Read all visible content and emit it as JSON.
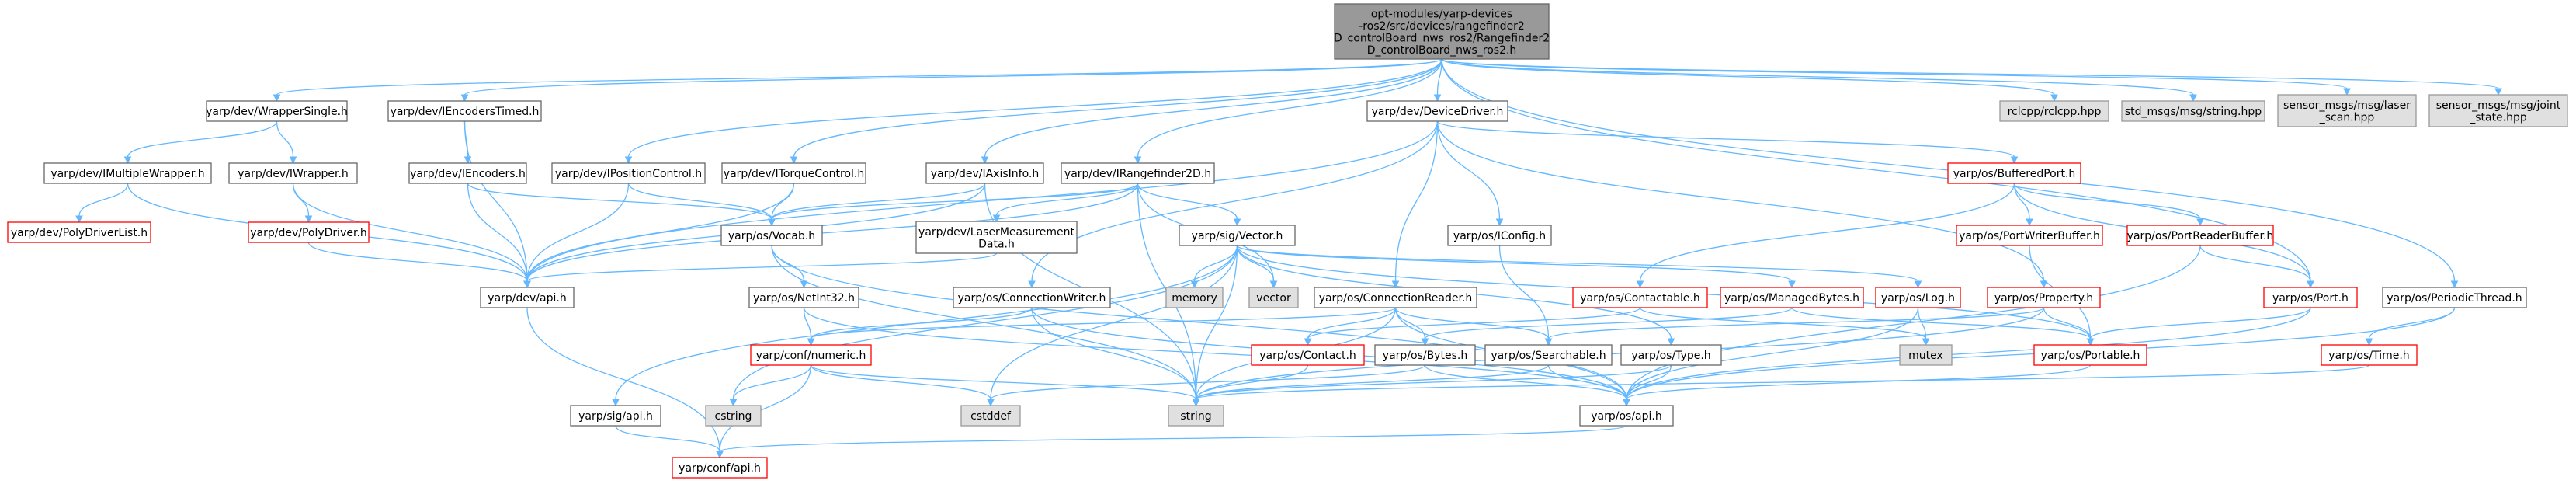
{
  "colors": {
    "root_fill": "#999999",
    "root_stroke": "#666666",
    "normal_fill": "#ffffff",
    "normal_stroke": "#666666",
    "redlink_fill": "#ffffff",
    "redlink_stroke": "#ff0000",
    "external_fill": "#e0e0e0",
    "external_stroke": "#999999",
    "edge": "#63b8ff"
  },
  "diagram": {
    "nodes": [
      {
        "id": "root",
        "type": "root",
        "lines": [
          "opt-modules/yarp-devices",
          "-ros2/src/devices/rangefinder2",
          "D_controlBoard_nws_ros2/Rangefinder2",
          "D_controlBoard_nws_ros2.h"
        ]
      },
      {
        "id": "wrapper_single",
        "type": "normal",
        "lines": [
          "yarp/dev/WrapperSingle.h"
        ]
      },
      {
        "id": "iencoders_timed",
        "type": "normal",
        "lines": [
          "yarp/dev/IEncodersTimed.h"
        ]
      },
      {
        "id": "device_driver",
        "type": "normal",
        "lines": [
          "yarp/dev/DeviceDriver.h"
        ]
      },
      {
        "id": "rclcpp",
        "type": "external",
        "lines": [
          "rclcpp/rclcpp.hpp"
        ]
      },
      {
        "id": "std_msgs",
        "type": "external",
        "lines": [
          "std_msgs/msg/string.hpp"
        ]
      },
      {
        "id": "laser_scan",
        "type": "external",
        "lines": [
          "sensor_msgs/msg/laser",
          "_scan.hpp"
        ]
      },
      {
        "id": "joint_state",
        "type": "external",
        "lines": [
          "sensor_msgs/msg/joint",
          "_state.hpp"
        ]
      },
      {
        "id": "imultiple_wrapper",
        "type": "normal",
        "lines": [
          "yarp/dev/IMultipleWrapper.h"
        ]
      },
      {
        "id": "iwrapper",
        "type": "normal",
        "lines": [
          "yarp/dev/IWrapper.h"
        ]
      },
      {
        "id": "iencoders",
        "type": "normal",
        "lines": [
          "yarp/dev/IEncoders.h"
        ]
      },
      {
        "id": "iposition_control",
        "type": "normal",
        "lines": [
          "yarp/dev/IPositionControl.h"
        ]
      },
      {
        "id": "itorque_control",
        "type": "normal",
        "lines": [
          "yarp/dev/ITorqueControl.h"
        ]
      },
      {
        "id": "iaxis_info",
        "type": "normal",
        "lines": [
          "yarp/dev/IAxisInfo.h"
        ]
      },
      {
        "id": "irangefinder2d",
        "type": "normal",
        "lines": [
          "yarp/dev/IRangefinder2D.h"
        ]
      },
      {
        "id": "buffered_port",
        "type": "redlink",
        "lines": [
          "yarp/os/BufferedPort.h"
        ]
      },
      {
        "id": "poly_driver_list",
        "type": "redlink",
        "lines": [
          "yarp/dev/PolyDriverList.h"
        ]
      },
      {
        "id": "poly_driver",
        "type": "redlink",
        "lines": [
          "yarp/dev/PolyDriver.h"
        ]
      },
      {
        "id": "laser_measurement",
        "type": "normal",
        "lines": [
          "yarp/dev/LaserMeasurement",
          "Data.h"
        ]
      },
      {
        "id": "vocab",
        "type": "normal",
        "lines": [
          "yarp/os/Vocab.h"
        ]
      },
      {
        "id": "iconfig",
        "type": "normal",
        "lines": [
          "yarp/os/IConfig.h"
        ]
      },
      {
        "id": "port_writer_buffer",
        "type": "redlink",
        "lines": [
          "yarp/os/PortWriterBuffer.h"
        ]
      },
      {
        "id": "port_reader_buffer",
        "type": "redlink",
        "lines": [
          "yarp/os/PortReaderBuffer.h"
        ]
      },
      {
        "id": "sig_vector",
        "type": "normal",
        "lines": [
          "yarp/sig/Vector.h"
        ]
      },
      {
        "id": "dev_api",
        "type": "normal",
        "lines": [
          "yarp/dev/api.h"
        ]
      },
      {
        "id": "netint32",
        "type": "normal",
        "lines": [
          "yarp/os/NetInt32.h"
        ]
      },
      {
        "id": "memory",
        "type": "external",
        "lines": [
          "memory"
        ]
      },
      {
        "id": "vector",
        "type": "external",
        "lines": [
          "vector"
        ]
      },
      {
        "id": "connection_writer",
        "type": "normal",
        "lines": [
          "yarp/os/ConnectionWriter.h"
        ]
      },
      {
        "id": "connection_reader",
        "type": "normal",
        "lines": [
          "yarp/os/ConnectionReader.h"
        ]
      },
      {
        "id": "contactable",
        "type": "redlink",
        "lines": [
          "yarp/os/Contactable.h"
        ]
      },
      {
        "id": "managed_bytes",
        "type": "redlink",
        "lines": [
          "yarp/os/ManagedBytes.h"
        ]
      },
      {
        "id": "os_log",
        "type": "redlink",
        "lines": [
          "yarp/os/Log.h"
        ]
      },
      {
        "id": "os_property",
        "type": "redlink",
        "lines": [
          "yarp/os/Property.h"
        ]
      },
      {
        "id": "os_port",
        "type": "redlink",
        "lines": [
          "yarp/os/Port.h"
        ]
      },
      {
        "id": "periodic_thread",
        "type": "normal",
        "lines": [
          "yarp/os/PeriodicThread.h"
        ]
      },
      {
        "id": "conf_numeric",
        "type": "redlink",
        "lines": [
          "yarp/conf/numeric.h"
        ]
      },
      {
        "id": "os_contact",
        "type": "redlink",
        "lines": [
          "yarp/os/Contact.h"
        ]
      },
      {
        "id": "os_bytes",
        "type": "normal",
        "lines": [
          "yarp/os/Bytes.h"
        ]
      },
      {
        "id": "os_searchable",
        "type": "normal",
        "lines": [
          "yarp/os/Searchable.h"
        ]
      },
      {
        "id": "os_type",
        "type": "normal",
        "lines": [
          "yarp/os/Type.h"
        ]
      },
      {
        "id": "mutex",
        "type": "external",
        "lines": [
          "mutex"
        ]
      },
      {
        "id": "os_portable",
        "type": "redlink",
        "lines": [
          "yarp/os/Portable.h"
        ]
      },
      {
        "id": "os_time",
        "type": "redlink",
        "lines": [
          "yarp/os/Time.h"
        ]
      },
      {
        "id": "sig_api",
        "type": "normal",
        "lines": [
          "yarp/sig/api.h"
        ]
      },
      {
        "id": "cstring",
        "type": "external",
        "lines": [
          "cstring"
        ]
      },
      {
        "id": "cstddef",
        "type": "external",
        "lines": [
          "cstddef"
        ]
      },
      {
        "id": "string",
        "type": "external",
        "lines": [
          "string"
        ]
      },
      {
        "id": "os_api",
        "type": "normal",
        "lines": [
          "yarp/os/api.h"
        ]
      },
      {
        "id": "conf_api",
        "type": "redlink",
        "lines": [
          "yarp/conf/api.h"
        ]
      }
    ],
    "edges": [
      [
        "root",
        "wrapper_single"
      ],
      [
        "root",
        "iencoders_timed"
      ],
      [
        "root",
        "device_driver"
      ],
      [
        "root",
        "rclcpp"
      ],
      [
        "root",
        "std_msgs"
      ],
      [
        "root",
        "laser_scan"
      ],
      [
        "root",
        "joint_state"
      ],
      [
        "root",
        "iposition_control"
      ],
      [
        "root",
        "itorque_control"
      ],
      [
        "root",
        "iaxis_info"
      ],
      [
        "root",
        "irangefinder2d"
      ],
      [
        "root",
        "os_port"
      ],
      [
        "root",
        "periodic_thread"
      ],
      [
        "wrapper_single",
        "imultiple_wrapper"
      ],
      [
        "wrapper_single",
        "iwrapper"
      ],
      [
        "imultiple_wrapper",
        "poly_driver_list"
      ],
      [
        "imultiple_wrapper",
        "dev_api"
      ],
      [
        "iwrapper",
        "poly_driver"
      ],
      [
        "iwrapper",
        "dev_api"
      ],
      [
        "poly_driver",
        "dev_api"
      ],
      [
        "iencoders_timed",
        "iencoders"
      ],
      [
        "iencoders_timed",
        "dev_api"
      ],
      [
        "iencoders",
        "vocab"
      ],
      [
        "iencoders",
        "dev_api"
      ],
      [
        "iposition_control",
        "vocab"
      ],
      [
        "iposition_control",
        "dev_api"
      ],
      [
        "itorque_control",
        "vocab"
      ],
      [
        "itorque_control",
        "dev_api"
      ],
      [
        "iaxis_info",
        "vocab"
      ],
      [
        "iaxis_info",
        "dev_api"
      ],
      [
        "iaxis_info",
        "string"
      ],
      [
        "irangefinder2d",
        "laser_measurement"
      ],
      [
        "irangefinder2d",
        "sig_vector"
      ],
      [
        "irangefinder2d",
        "vocab"
      ],
      [
        "irangefinder2d",
        "dev_api"
      ],
      [
        "irangefinder2d",
        "vector"
      ],
      [
        "irangefinder2d",
        "string"
      ],
      [
        "device_driver",
        "iconfig"
      ],
      [
        "device_driver",
        "dev_api"
      ],
      [
        "device_driver",
        "buffered_port"
      ],
      [
        "device_driver",
        "connection_reader"
      ],
      [
        "device_driver",
        "os_property"
      ],
      [
        "device_driver",
        "connection_writer"
      ],
      [
        "buffered_port",
        "port_writer_buffer"
      ],
      [
        "buffered_port",
        "port_reader_buffer"
      ],
      [
        "buffered_port",
        "contactable"
      ],
      [
        "buffered_port",
        "os_port"
      ],
      [
        "port_writer_buffer",
        "os_portable"
      ],
      [
        "port_reader_buffer",
        "os_port"
      ],
      [
        "port_reader_buffer",
        "os_api"
      ],
      [
        "laser_measurement",
        "dev_api"
      ],
      [
        "vocab",
        "netint32"
      ],
      [
        "vocab",
        "os_api"
      ],
      [
        "vocab",
        "string"
      ],
      [
        "netint32",
        "conf_numeric"
      ],
      [
        "netint32",
        "os_api"
      ],
      [
        "iconfig",
        "os_searchable"
      ],
      [
        "sig_vector",
        "memory"
      ],
      [
        "sig_vector",
        "vector"
      ],
      [
        "sig_vector",
        "string"
      ],
      [
        "sig_vector",
        "sig_api"
      ],
      [
        "sig_vector",
        "cstring"
      ],
      [
        "sig_vector",
        "cstddef"
      ],
      [
        "sig_vector",
        "managed_bytes"
      ],
      [
        "sig_vector",
        "os_log"
      ],
      [
        "sig_vector",
        "os_portable"
      ],
      [
        "sig_vector",
        "os_type"
      ],
      [
        "connection_writer",
        "conf_numeric"
      ],
      [
        "connection_writer",
        "string"
      ],
      [
        "connection_writer",
        "os_api"
      ],
      [
        "connection_reader",
        "conf_numeric"
      ],
      [
        "connection_reader",
        "os_contact"
      ],
      [
        "connection_reader",
        "os_bytes"
      ],
      [
        "connection_reader",
        "os_searchable"
      ],
      [
        "connection_reader",
        "string"
      ],
      [
        "connection_reader",
        "os_api"
      ],
      [
        "contactable",
        "mutex"
      ],
      [
        "contactable",
        "os_contact"
      ],
      [
        "managed_bytes",
        "os_bytes"
      ],
      [
        "managed_bytes",
        "os_portable"
      ],
      [
        "os_log",
        "mutex"
      ],
      [
        "os_log",
        "os_api"
      ],
      [
        "os_property",
        "os_portable"
      ],
      [
        "os_property",
        "os_searchable"
      ],
      [
        "os_property",
        "string"
      ],
      [
        "os_port",
        "os_portable"
      ],
      [
        "os_port",
        "os_api"
      ],
      [
        "periodic_thread",
        "os_time"
      ],
      [
        "periodic_thread",
        "os_api"
      ],
      [
        "os_time",
        "string"
      ],
      [
        "conf_numeric",
        "cstring"
      ],
      [
        "conf_numeric",
        "cstddef"
      ],
      [
        "conf_numeric",
        "conf_api"
      ],
      [
        "conf_numeric",
        "string"
      ],
      [
        "os_contact",
        "string"
      ],
      [
        "os_bytes",
        "cstddef"
      ],
      [
        "os_bytes",
        "os_api"
      ],
      [
        "os_searchable",
        "string"
      ],
      [
        "os_searchable",
        "os_api"
      ],
      [
        "os_type",
        "string"
      ],
      [
        "os_type",
        "os_api"
      ],
      [
        "os_portable",
        "os_api"
      ],
      [
        "sig_api",
        "conf_api"
      ],
      [
        "os_api",
        "conf_api"
      ],
      [
        "dev_api",
        "conf_api"
      ]
    ]
  }
}
